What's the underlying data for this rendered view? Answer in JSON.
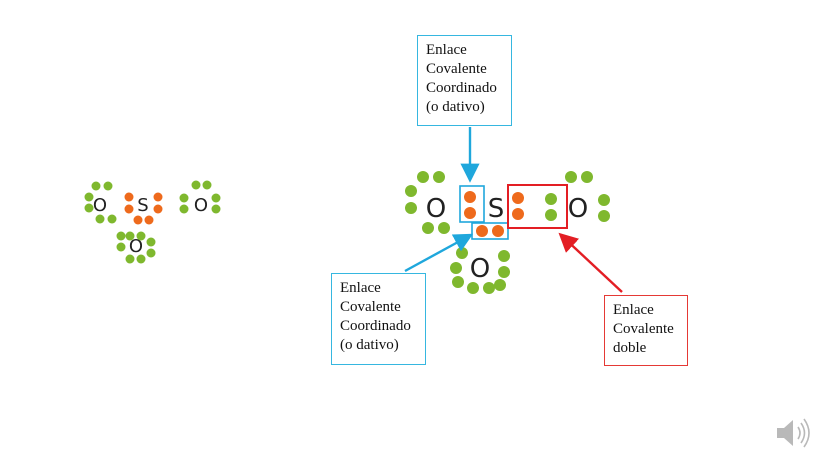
{
  "colors": {
    "shared_electron": "#ee6a1c",
    "lone_electron": "#7fb82e",
    "coordinate_arrow": "#1fa7dc",
    "double_bond_arrow": "#e31e24",
    "speaker": "#b9b9b9"
  },
  "left_structure": {
    "atoms": [
      "O",
      "S",
      "O",
      "O"
    ]
  },
  "right_structure": {
    "atoms": [
      "O",
      "S",
      "O",
      "O"
    ]
  },
  "callouts": {
    "coordinate_top": {
      "lines": [
        "Enlace",
        "Covalente",
        "Coordinado",
        "(o dativo)"
      ]
    },
    "coordinate_bottom": {
      "lines": [
        "Enlace",
        "Covalente",
        "Coordinado",
        "(o dativo)"
      ]
    },
    "double_bond": {
      "lines": [
        "Enlace",
        "Covalente",
        "doble"
      ]
    }
  },
  "icons": {
    "audio": "speaker-icon"
  }
}
